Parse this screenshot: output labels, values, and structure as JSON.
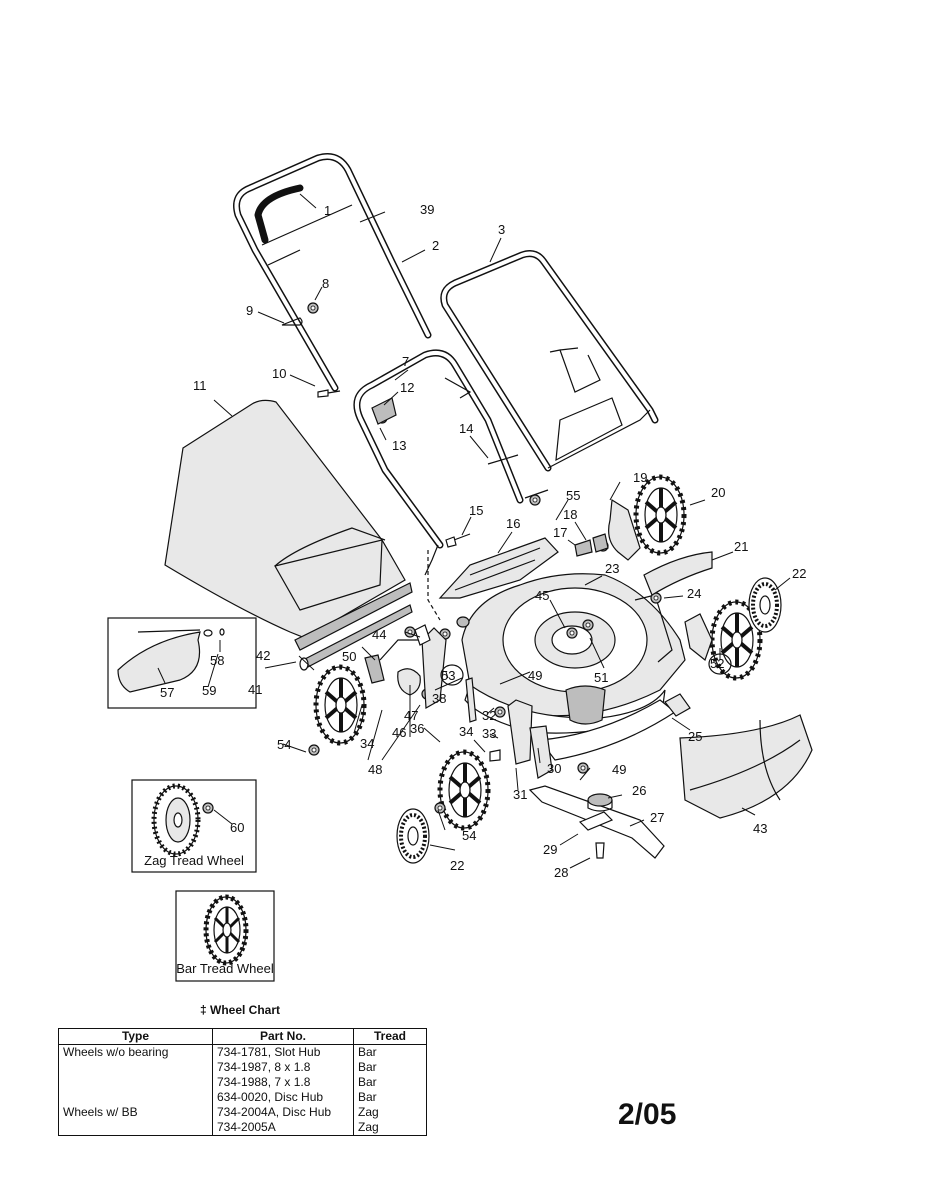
{
  "callouts": [
    "1",
    "2",
    "3",
    "7",
    "8",
    "9",
    "10",
    "11",
    "12",
    "13",
    "14",
    "15",
    "16",
    "17",
    "18",
    "19",
    "20",
    "21",
    "22",
    "22",
    "23",
    "24",
    "25",
    "26",
    "27",
    "28",
    "29",
    "30",
    "31",
    "32",
    "33",
    "34",
    "34",
    "36",
    "38",
    "39",
    "41",
    "42",
    "43",
    "44",
    "45",
    "46",
    "47",
    "48",
    "49",
    "49",
    "50",
    "51",
    "52",
    "53",
    "54",
    "54",
    "55",
    "57",
    "58",
    "59",
    "60"
  ],
  "insets": {
    "zag_caption": "Zag Tread Wheel",
    "bar_caption": "Bar Tread Wheel"
  },
  "wheel_chart": {
    "title": "‡ Wheel Chart",
    "headers": [
      "Type",
      "Part No.",
      "Tread"
    ],
    "rows": [
      [
        "Wheels w/o bearing",
        "734-1781, Slot Hub",
        "Bar"
      ],
      [
        "",
        "734-1987, 8 x 1.8",
        "Bar"
      ],
      [
        "",
        "734-1988, 7 x 1.8",
        "Bar"
      ],
      [
        "",
        "634-0020, Disc Hub",
        "Bar"
      ],
      [
        "Wheels w/ BB",
        "734-2004A, Disc Hub",
        "Zag"
      ],
      [
        "",
        "734-2005A",
        "Zag"
      ]
    ]
  },
  "revision_date": "2/05"
}
